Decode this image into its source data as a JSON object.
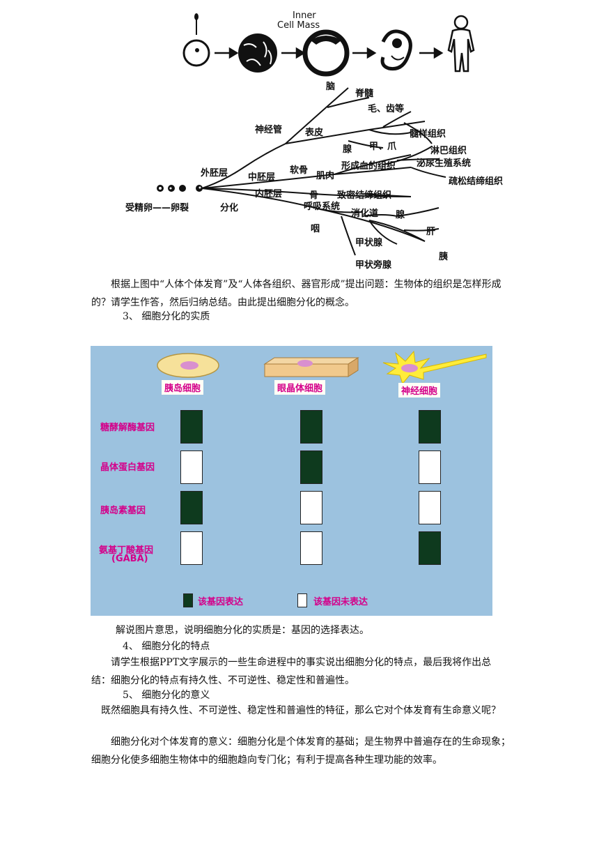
{
  "top_figure": {
    "inner_cell_mass_label_1": "Inner",
    "inner_cell_mass_label_2": "Cell Mass"
  },
  "tree": {
    "left_label": "受精卵——卵裂",
    "diff_label": "分化",
    "ectoderm": "外胚层",
    "mesoderm": "中胚层",
    "endoderm": "内胚层",
    "neural_tube": "神经管",
    "brain": "脑",
    "spinal_cord": "脊髓",
    "hair_teeth": "毛、齿等",
    "epidermis": "表皮",
    "medullary_tissue": "髓样组织",
    "gland1": "腺",
    "nail_claw": "甲、爪",
    "lymphoid": "淋巴组织",
    "cartilage": "软骨",
    "muscle": "肌肉",
    "blood_tissue": "形成血的组织",
    "urogenital": "泌尿生殖系统",
    "loose_ct": "疏松结缔组织",
    "bone": "骨",
    "dense_ct": "致密结缔组织",
    "respiratory": "呼吸系统",
    "digestive": "消化道",
    "gland2": "腺",
    "pharynx": "咽",
    "liver": "肝",
    "thyroid": "甲状腺",
    "pancreas": "胰",
    "parathyroid": "甲状旁腺"
  },
  "para1": "根据上图中“人体个体发育”及“人体各组织、器官形成”提出问题：生物体的组织是怎样形成的？请学生作答，然后归纳总结。由此提出细胞分化的概念。",
  "heading3": "3、 细胞分化的实质",
  "cell_figure": {
    "cells": [
      "胰岛细胞",
      "眼晶体细胞",
      "神经细胞"
    ],
    "genes": [
      "糖酵解酶基因",
      "晶体蛋白基因",
      "胰岛素基因",
      "氨基丁酸基因",
      "(GABA)"
    ],
    "expression": [
      [
        true,
        true,
        true
      ],
      [
        false,
        true,
        false
      ],
      [
        true,
        false,
        false
      ],
      [
        false,
        false,
        true
      ]
    ],
    "legend_expressed": "该基因表达",
    "legend_not_expressed": "该基因未表达",
    "colors": {
      "background": "#9cc2df",
      "expressed": "#0e3a1e",
      "not_expressed": "#ffffff",
      "label": "#d4008a"
    }
  },
  "para2": "解说图片意思，说明细胞分化的实质是：基因的选择表达。",
  "heading4": "4、 细胞分化的特点",
  "para3": "请学生根据PPT文字展示的一些生命进程中的事实说出细胞分化的特点，最后我将作出总结：细胞分化的特点有持久性、不可逆性、稳定性和普遍性。",
  "heading5": "5、 细胞分化的意义",
  "para4": "既然细胞具有持久性、不可逆性、稳定性和普遍性的特征，那么它对个体发育有生命意义呢？",
  "para5": "细胞分化对个体发育的意义：细胞分化是个体发育的基础；是生物界中普遍存在的生命现象；细胞分化使多细胞生物体中的细胞趋向专门化；有利于提高各种生理功能的效率。"
}
